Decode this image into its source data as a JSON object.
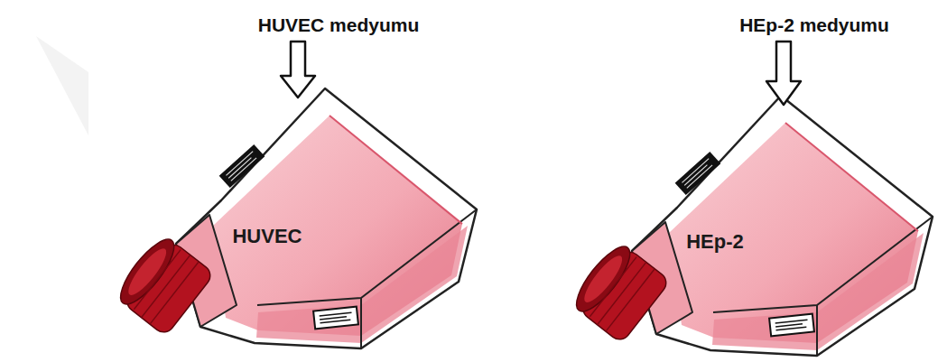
{
  "diagram": {
    "nodes": [
      {
        "text": [
          "HUVEC"
        ]
      },
      {
        "text": [
          "HEp-2"
        ]
      }
    ],
    "labels": [
      "HUVEC medyumu",
      "HEp-2 medyumu"
    ]
  }
}
